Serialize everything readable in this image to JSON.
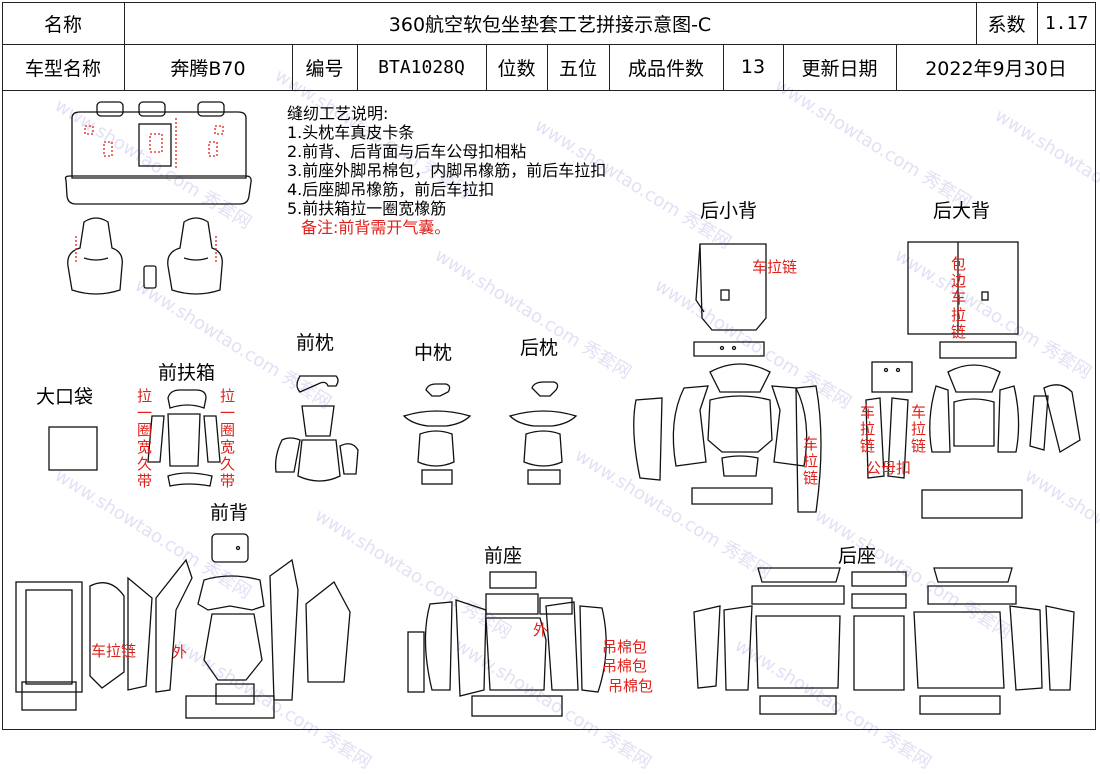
{
  "header": {
    "name_label": "名称",
    "title": "360航空软包坐垫套工艺拼接示意图-C",
    "coef_label": "系数",
    "coef_value": "1.17",
    "model_label": "车型名称",
    "model_value": "奔腾B70",
    "code_label": "编号",
    "code_value": "BTA1028Q",
    "seats_label": "位数",
    "seats_value": "五位",
    "pieces_label": "成品件数",
    "pieces_value": "13",
    "date_label": "更新日期",
    "date_value": "2022年9月30日"
  },
  "notes": {
    "heading": "缝纫工艺说明:",
    "items": [
      "1.头枕车真皮卡条",
      "2.前背、后背面与后车公母扣相粘",
      "3.前座外脚吊棉包，内脚吊橡筋，前后车拉扣",
      "4.后座脚吊橡筋，前后车拉扣",
      "5.前扶箱拉一圈宽橡筋"
    ],
    "remark": "备注:前背需开气囊。"
  },
  "section_labels": {
    "rear_small_back": "后小背",
    "rear_big_back": "后大背",
    "front_pillow": "前枕",
    "mid_pillow": "中枕",
    "rear_pillow": "后枕",
    "front_armrest": "前扶箱",
    "big_pocket": "大口袋",
    "front_back": "前背",
    "front_seat": "前座",
    "rear_seat": "后座"
  },
  "annotations": {
    "zipper": "车拉链",
    "edge_zipper": "包边车拉链",
    "wide_band": "拉一圈宽久带",
    "snap": "公母扣",
    "outer": "外",
    "hang_cotton": "吊棉包"
  },
  "watermark": "www.showtao.com 秀套网",
  "colors": {
    "annotation_red": "#e0211b",
    "watermark": "#c9c9ee"
  }
}
